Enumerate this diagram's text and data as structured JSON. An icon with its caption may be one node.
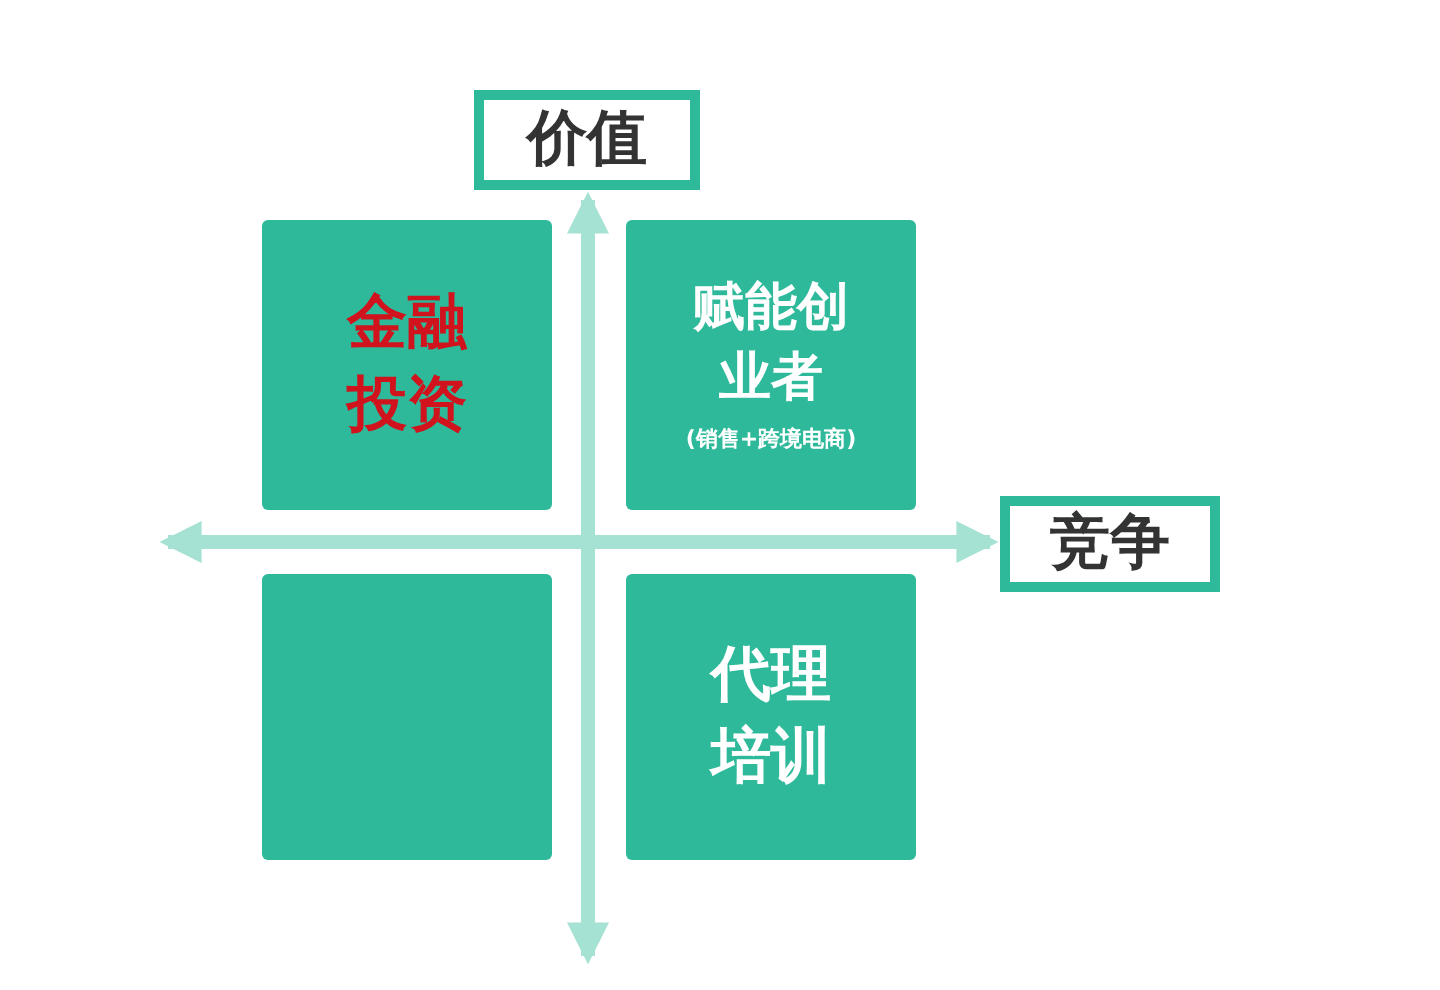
{
  "diagram": {
    "nodes": [
      {
        "text": [
          "价值"
        ]
      },
      {
        "text": [
          "金融投资"
        ]
      },
      {
        "text": [
          "赋能创业者",
          "(销售+跨境电商)"
        ]
      },
      {
        "text": [
          "竞争"
        ]
      },
      {
        "text": [],
        "shape": "box"
      },
      {
        "text": [
          "代理培训"
        ]
      }
    ],
    "edges": [
      {
        "from": null,
        "to": 0,
        "arrow": "both"
      },
      {
        "from": null,
        "to": 3,
        "arrow": "both"
      }
    ]
  }
}
